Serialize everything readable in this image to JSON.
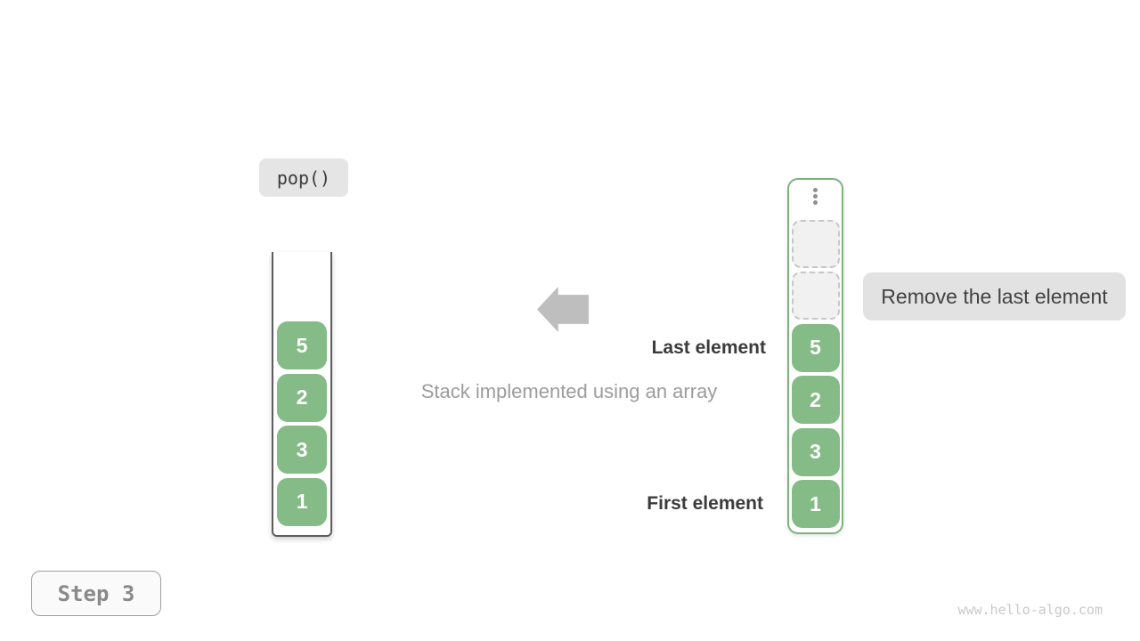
{
  "operation": {
    "label": "pop()"
  },
  "stack": {
    "cells": [
      "5",
      "2",
      "3",
      "1"
    ]
  },
  "array": {
    "empty_slot_count": 2,
    "cells": [
      "5",
      "2",
      "3",
      "1"
    ]
  },
  "labels": {
    "last_element": "Last element",
    "first_element": "First element",
    "caption": "Stack implemented using an array",
    "remove": "Remove the last element"
  },
  "step": {
    "label": "Step 3"
  },
  "watermark": "www.hello-algo.com",
  "icons": {
    "vertical_ellipsis": "⋮",
    "arrow_left": "⬅"
  },
  "colors": {
    "cell_green": "#85bb87",
    "array_border_green": "#7cb47e",
    "stack_border_gray": "#5e5e5e",
    "arrow_gray": "#bebebe",
    "callout_bg": "#e2e2e2",
    "code_label_bg": "#e5e5e5",
    "text_dark": "#3b3b3b",
    "text_muted": "#9c9c9c",
    "watermark_gray": "#c9c9c9"
  }
}
